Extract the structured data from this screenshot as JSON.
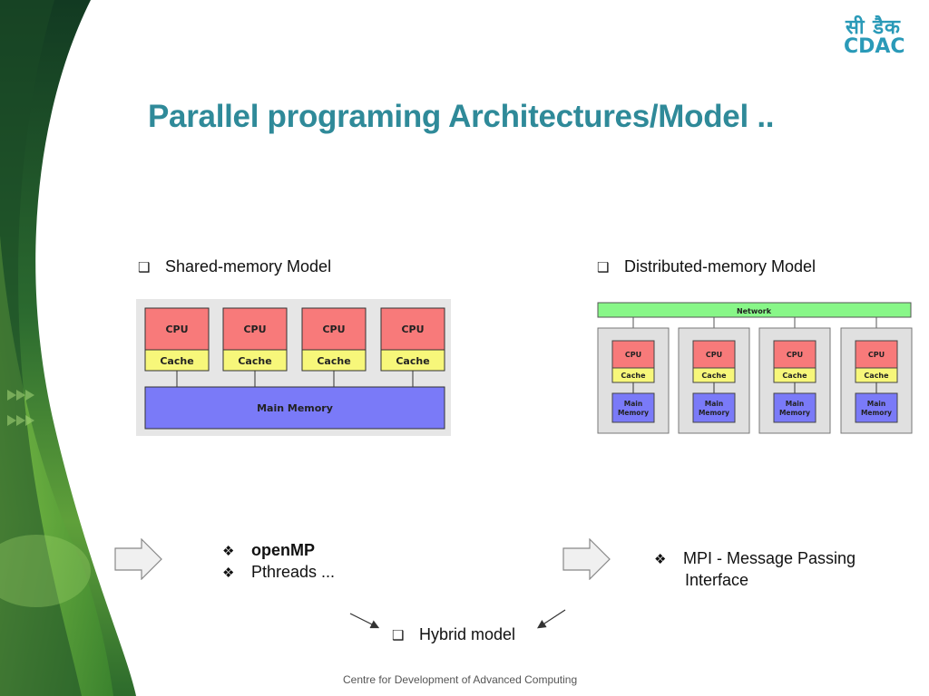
{
  "logo": {
    "top_text": "सी डैक",
    "bottom_text": "CDAC"
  },
  "title": "Parallel programing Architectures/Model ..",
  "shared": {
    "heading": "Shared-memory Model",
    "cpu_labels": [
      "CPU",
      "CPU",
      "CPU",
      "CPU"
    ],
    "cache_labels": [
      "Cache",
      "Cache",
      "Cache",
      "Cache"
    ],
    "memory_label": "Main Memory",
    "colors": {
      "cpu": "#f87a7a",
      "cache": "#f7f77a",
      "memory": "#7a7af8"
    }
  },
  "distributed": {
    "heading": "Distributed-memory Model",
    "network_label": "Network",
    "cpu_labels": [
      "CPU",
      "CPU",
      "CPU",
      "CPU"
    ],
    "cache_labels": [
      "Cache",
      "Cache",
      "Cache",
      "Cache"
    ],
    "memory_labels": [
      [
        "Main",
        "Memory"
      ],
      [
        "Main",
        "Memory"
      ],
      [
        "Main",
        "Memory"
      ],
      [
        "Main",
        "Memory"
      ]
    ],
    "colors": {
      "network": "#88f788",
      "cpu": "#f87a7a",
      "cache": "#f7f77a",
      "memory": "#7a7af8"
    }
  },
  "left_models": {
    "item1": "openMP",
    "item2": "Pthreads ..."
  },
  "right_models": {
    "line1": "MPI - Message Passing",
    "line2": "Interface"
  },
  "hybrid": "Hybrid model",
  "footer": "Centre for Development of Advanced Computing"
}
